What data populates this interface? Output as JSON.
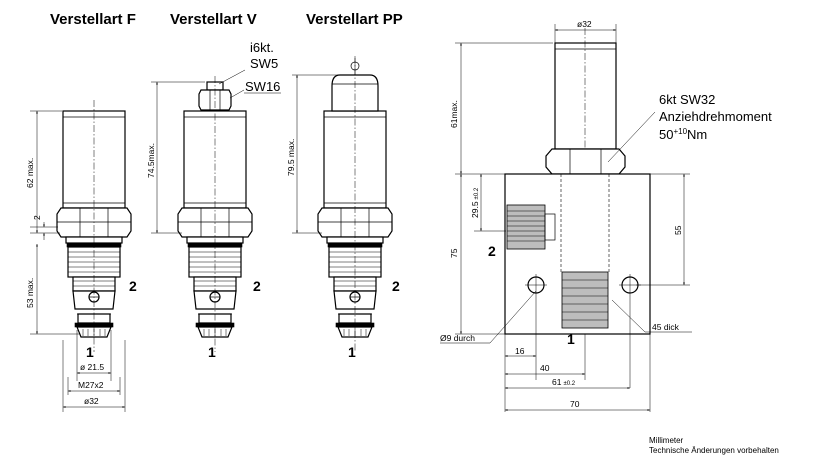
{
  "titles": {
    "f": "Verstellart F",
    "v": "Verstellart V",
    "pp": "Verstellart PP"
  },
  "valve_f": {
    "dim_62max": "62 max.",
    "dim_2": "2",
    "dim_53max": "53 max.",
    "dim_d215": "ø 21.5",
    "dim_m27": "M27x2",
    "dim_d32": "ø32",
    "port1": "1",
    "port2": "2"
  },
  "valve_v": {
    "label_i6kt": "i6kt.",
    "label_sw5": "SW5",
    "label_sw16": "SW16",
    "dim_745max": "74.5max.",
    "port1": "1",
    "port2": "2"
  },
  "valve_pp": {
    "dim_795max": "79.5 max.",
    "port1": "1",
    "port2": "2"
  },
  "assembly": {
    "dim_d32_top": "ø32",
    "dim_61max": "61max.",
    "note_line1": "6kt SW32",
    "note_line2": "Anziehdrehmoment",
    "note_line3_main": "50",
    "note_line3_sup": "+10",
    "note_line3_unit": "Nm",
    "dim_295": "29.5",
    "dim_295_tol": "±0.2",
    "dim_75": "75",
    "dim_55": "55",
    "port2": "2",
    "port1": "1",
    "dim_d9": "Ø9 durch",
    "dim_45dick": "45 dick",
    "dim_16": "16",
    "dim_40": "40",
    "dim_61": "61",
    "dim_61_tol": "±0.2",
    "dim_70": "70"
  },
  "footer": {
    "line1": "Millimeter",
    "line2": "Technische Änderungen vorbehalten"
  }
}
